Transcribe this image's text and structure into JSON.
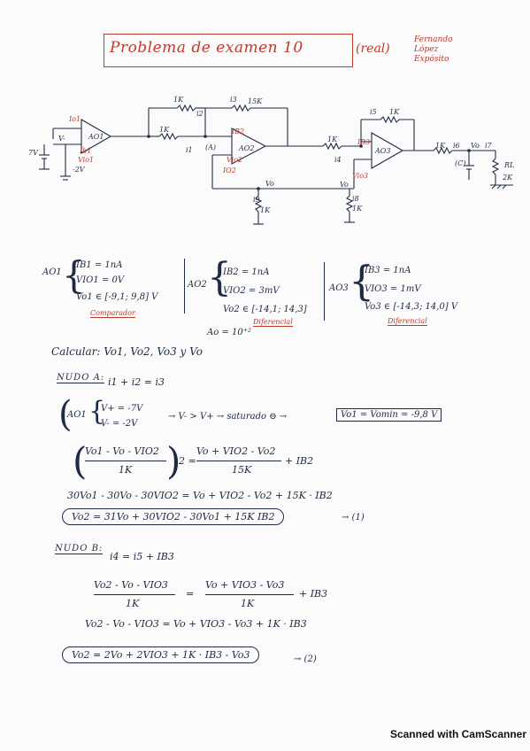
{
  "header": {
    "title": "Problema de examen 10",
    "suffix": "(real)",
    "author": [
      "Fernando",
      "López",
      "Expósito"
    ]
  },
  "circuit": {
    "labels": {
      "io1": "Io1",
      "ib1": "Ib1",
      "vio1": "Vio1",
      "v_in": "7V",
      "v_neg2": "-2V",
      "v_minus": "V-",
      "ao1": "AO1",
      "ao2": "AO2",
      "ao3": "AO3",
      "r1": "1K",
      "r2": "1K",
      "r3": "15K",
      "r4": "1K",
      "r5": "1K",
      "r6": "1K",
      "r7": "1K",
      "r8": "1K",
      "i1": "i1",
      "i2": "i2",
      "i3": "i3",
      "i4": "i4",
      "i5": "i5",
      "i6": "i6",
      "i7": "i7",
      "i8": "i8",
      "i9": "i9",
      "node_a": "(A)",
      "node_c": "(C)",
      "ib2": "IB2",
      "io2": "IO2",
      "ib3": "IB3",
      "vio2": "Vio2",
      "vio3": "Vio3",
      "vo": "Vo",
      "vo_out": "Vo",
      "rl": "RL",
      "rl_val": "2K"
    }
  },
  "specs": {
    "ao1": {
      "name": "AO1",
      "lines": [
        "IB1 = 1nA",
        "VIO1 = 0V",
        "Vo1 ∈ [-9,1; 9,8] V"
      ],
      "caption": "Comparador"
    },
    "ao2": {
      "name": "AO2",
      "lines": [
        "IB2 = 1nA",
        "VIO2 = 3mV",
        "Vo2 ∈ [-14,1; 14,3]"
      ],
      "caption": "Diferencial"
    },
    "ao3": {
      "name": "AO3",
      "lines": [
        "IB3 = 1nA",
        "VIO3 = 1mV",
        "Vo3 ∈ [-14,3; 14,0] V"
      ],
      "caption": "Diferencial"
    },
    "ao_gain": "Ao = 10⁺²"
  },
  "solution": {
    "calcular": "Calcular: Vo1, Vo2, Vo3 y Vo",
    "nudo_a": "NUDO A:",
    "nudo_a_eq": "i1 + i2 = i3",
    "ao1_name": "AO1",
    "ao1_vplus": "V+ = -7V",
    "ao1_vminus": "V- = -2V",
    "ao1_reason": "→ V- > V+ → saturado ⊖ →",
    "ao1_result": "Vo1 = Vomin = -9,8 V",
    "eq1_num_left": "Vo1 - Vo - VIO2",
    "eq1_den_left": "1K",
    "eq1_mult": "2 =",
    "eq1_num_right": "Vo + VIO2 - Vo2",
    "eq1_den_right": "15K",
    "eq1_tail": "+ IB2",
    "eq2": "30Vo1 - 30Vo - 30VIO2 = Vo + VIO2 - Vo2 + 15K · IB2",
    "eq3": "Vo2 = 31Vo + 30VIO2 - 30Vo1 + 15K IB2",
    "eq3_tag": "→ (1)",
    "nudo_b": "NUDO B:",
    "nudo_b_eq": "i4 = i5 + IB3",
    "eq4_num_left": "Vo2 - Vo - VIO3",
    "eq4_den_left": "1K",
    "eq4_eq": "=",
    "eq4_num_right": "Vo + VIO3 - Vo3",
    "eq4_den_right": "1K",
    "eq4_tail": "+ IB3",
    "eq5": "Vo2 - Vo - VIO3 = Vo + VIO3 - Vo3 + 1K · IB3",
    "eq6": "Vo2 = 2Vo + 2VIO3 + 1K · IB3 - Vo3",
    "eq6_tag": "→ (2)"
  },
  "footer": {
    "scanner": "Scanned with CamScanner"
  },
  "colors": {
    "ink": "#1f2a44",
    "red_ink": "#c0392b"
  }
}
